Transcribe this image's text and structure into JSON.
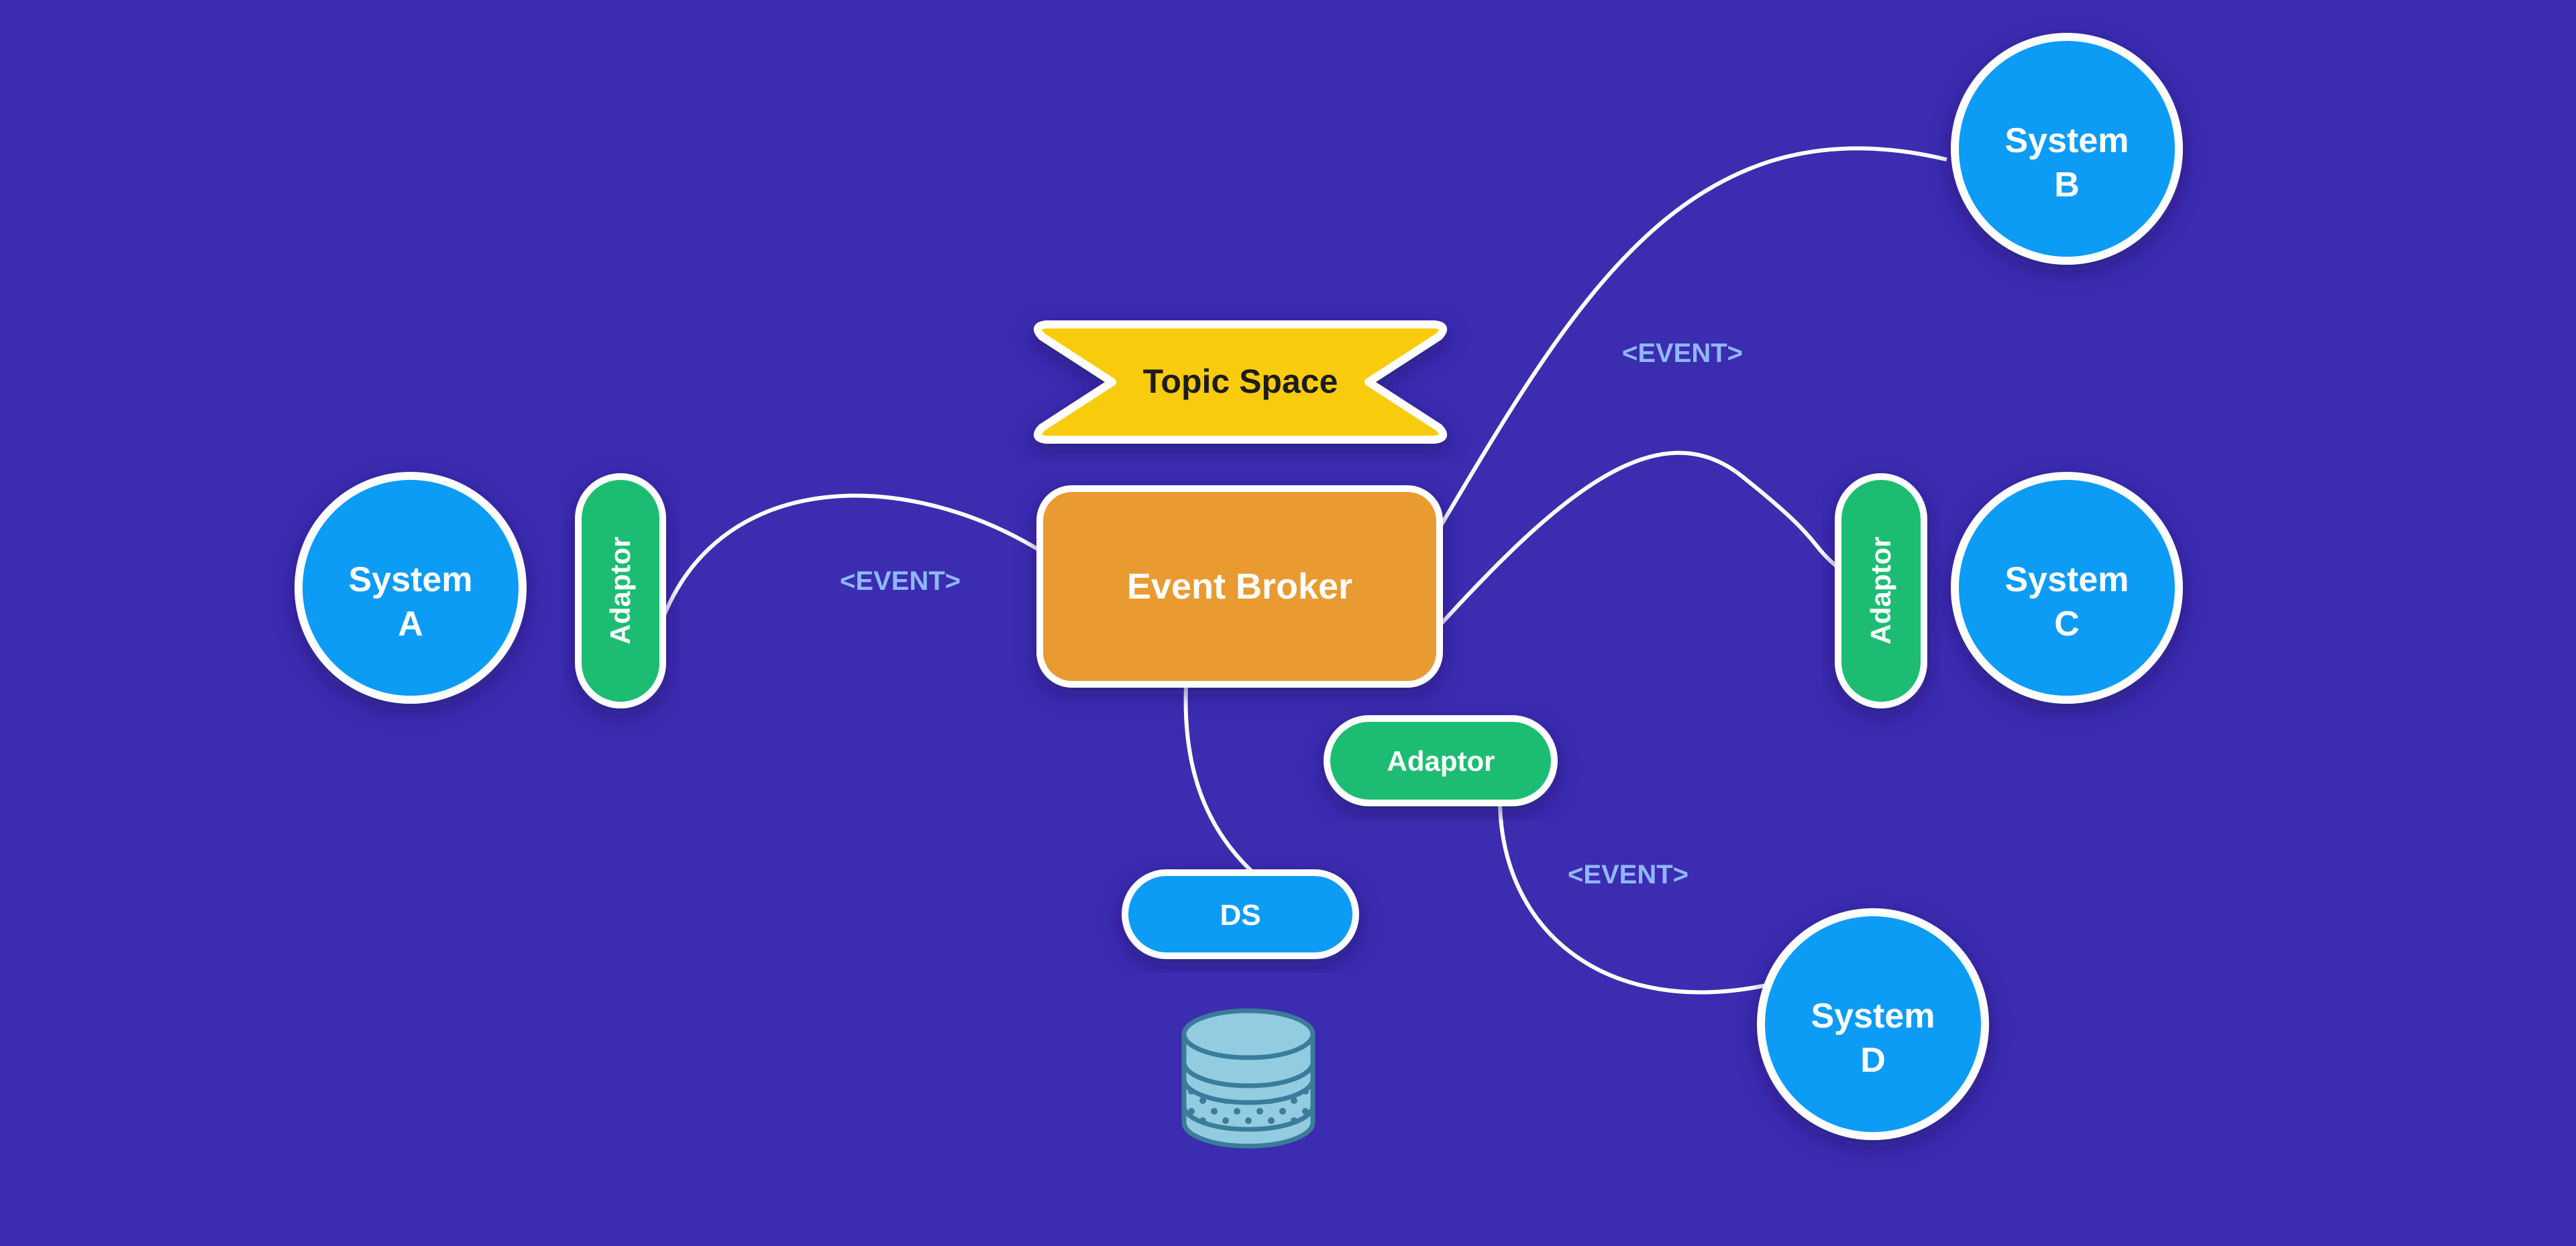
{
  "colors": {
    "background": "#3b2cb0",
    "system": "#0d9cf5",
    "adaptor": "#1fbd73",
    "broker": "#e99b33",
    "topic_space": "#f9cb0a",
    "event_label": "#8fb8ff",
    "database": "#93cbe0"
  },
  "topic_space": {
    "label": "Topic Space"
  },
  "broker": {
    "label": "Event Broker"
  },
  "systems": [
    {
      "line1": "System",
      "line2": "A"
    },
    {
      "line1": "System",
      "line2": "B"
    },
    {
      "line1": "System",
      "line2": "C"
    },
    {
      "line1": "System",
      "line2": "D"
    }
  ],
  "adaptors": [
    {
      "label": "Adaptor"
    },
    {
      "label": "Adaptor"
    },
    {
      "label": "Adaptor"
    }
  ],
  "events": [
    {
      "label": "<EVENT>"
    },
    {
      "label": "<EVENT>"
    },
    {
      "label": "<EVENT>"
    }
  ],
  "datastore": {
    "label": "DS",
    "icon": "database-icon"
  }
}
